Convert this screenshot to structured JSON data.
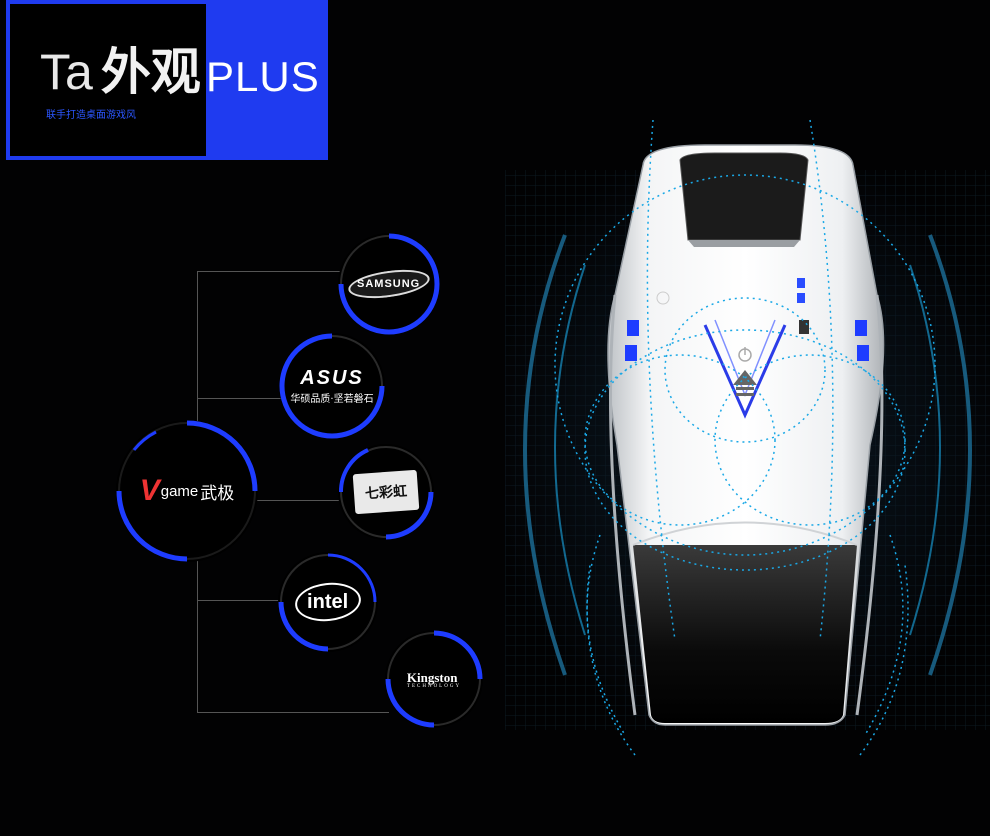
{
  "header": {
    "title_latin": "Ta",
    "title_cn": "外观",
    "title_plus": "PLUS",
    "subtitle": "联手打造桌面游戏风"
  },
  "center_brand": {
    "v_glyph": "V",
    "text": "game",
    "text_cn": "武极"
  },
  "partners": {
    "samsung": "SAMSUNG",
    "asus": "ASUS",
    "asus_sub": "华硕品质·坚若磐石",
    "colorful": "七彩虹",
    "intel": "intel",
    "kingston": "Kingston",
    "kingston_sub": "TECHNOLOGY"
  },
  "colors": {
    "accent_blue": "#1f3bf0",
    "ring_blue": "#1e3cff",
    "dotted_cyan": "#1aa8e6",
    "vgame_red": "#e33333"
  },
  "icons": [
    "power-icon",
    "golden-field-logo-icon"
  ]
}
